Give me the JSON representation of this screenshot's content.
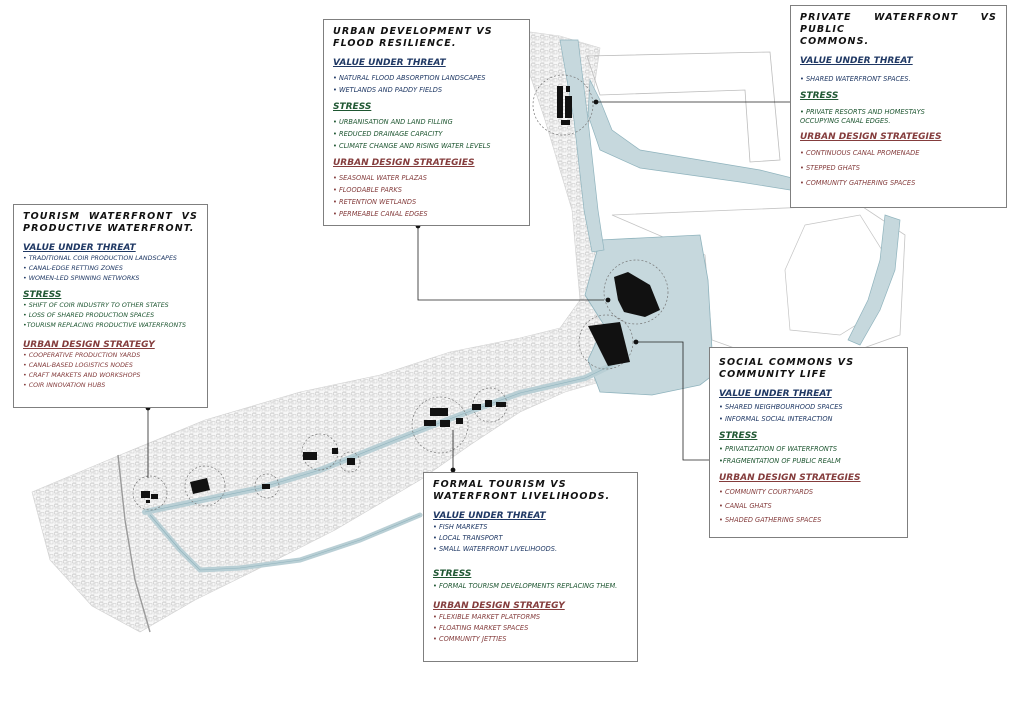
{
  "colors": {
    "canal": "#c6d8dd",
    "canal_stroke": "#8fb3bd",
    "building": "#111111",
    "value_heading": "#1f3864",
    "stress_heading": "#1e5631",
    "strategy_heading": "#843c3c",
    "leader_line": "#222222"
  },
  "panels": {
    "urban_development": {
      "title_line1": "URBAN DEVELOPMENT VS",
      "title_line2": "FLOOD RESILIENCE.",
      "value_heading": "VALUE UNDER THREAT",
      "value_items": [
        "• NATURAL FLOOD ABSORPTION LANDSCAPES",
        "• WETLANDS AND PADDY FIELDS"
      ],
      "stress_heading": "STRESS",
      "stress_items": [
        "• URBANISATION AND LAND FILLING",
        "• REDUCED DRAINAGE CAPACITY",
        "• CLIMATE CHANGE AND RISING WATER LEVELS"
      ],
      "strategy_heading": "URBAN DESIGN STRATEGIES",
      "strategy_items": [
        "• SEASONAL WATER PLAZAS",
        "• FLOODABLE PARKS",
        "• RETENTION WETLANDS",
        "• PERMEABLE CANAL EDGES"
      ]
    },
    "private_waterfront": {
      "title_line1": "PRIVATE WATERFRONT VS PUBLIC",
      "title_line2": "COMMONS.",
      "value_heading": "VALUE UNDER THREAT",
      "value_items": [
        "• SHARED WATERFRONT SPACES."
      ],
      "stress_heading": "STRESS",
      "stress_items": [
        "• PRIVATE RESORTS AND HOMESTAYS OCCUPYING CANAL EDGES."
      ],
      "strategy_heading": "URBAN DESIGN STRATEGIES",
      "strategy_items": [
        "• CONTINUOUS CANAL PROMENADE",
        "• STEPPED GHATS",
        "• COMMUNITY GATHERING SPACES"
      ]
    },
    "tourism_waterfront": {
      "title_line1": "TOURISM WATERFRONT VS",
      "title_line2": "PRODUCTIVE WATERFRONT.",
      "value_heading": "VALUE UNDER THREAT",
      "value_items": [
        "• TRADITIONAL COIR PRODUCTION LANDSCAPES",
        "• CANAL-EDGE RETTING ZONES",
        "• WOMEN-LED SPINNING NETWORKS"
      ],
      "stress_heading": "STRESS",
      "stress_items": [
        "• SHIFT OF COIR INDUSTRY TO OTHER STATES",
        "• LOSS OF SHARED PRODUCTION SPACES",
        "•TOURISM REPLACING PRODUCTIVE WATERFRONTS"
      ],
      "strategy_heading": "URBAN DESIGN STRATEGY",
      "strategy_items": [
        "• COOPERATIVE PRODUCTION YARDS",
        "• CANAL-BASED LOGISTICS NODES",
        "• CRAFT MARKETS AND WORKSHOPS",
        "• COIR INNOVATION HUBS"
      ]
    },
    "social_commons": {
      "title_line1": "SOCIAL COMMONS VS",
      "title_line2": "COMMUNITY LIFE",
      "value_heading": "VALUE UNDER THREAT",
      "value_items": [
        "• SHARED NEIGHBOURHOOD SPACES",
        "• INFORMAL SOCIAL INTERACTION"
      ],
      "stress_heading": "STRESS",
      "stress_items": [
        "• PRIVATIZATION OF WATERFRONTS",
        "•FRAGMENTATION OF PUBLIC REALM"
      ],
      "strategy_heading": "URBAN DESIGN STRATEGIES",
      "strategy_items": [
        "• COMMUNITY COURTYARDS",
        "• CANAL GHATS",
        "• SHADED GATHERING SPACES"
      ]
    },
    "formal_tourism": {
      "title_line1": "FORMAL TOURISM VS",
      "title_line2": "WATERFRONT LIVELIHOODS.",
      "value_heading": "VALUE UNDER THREAT",
      "value_items": [
        "• FISH MARKETS",
        "• LOCAL TRANSPORT",
        "• SMALL WATERFRONT LIVELIHOODS."
      ],
      "stress_heading": "STRESS",
      "stress_items": [
        "• FORMAL TOURISM DEVELOPMENTS REPLACING THEM."
      ],
      "strategy_heading": "URBAN DESIGN STRATEGY",
      "strategy_items": [
        "• FLEXIBLE MARKET PLATFORMS",
        "• FLOATING MARKET SPACES",
        "• COMMUNITY JETTIES"
      ]
    }
  }
}
